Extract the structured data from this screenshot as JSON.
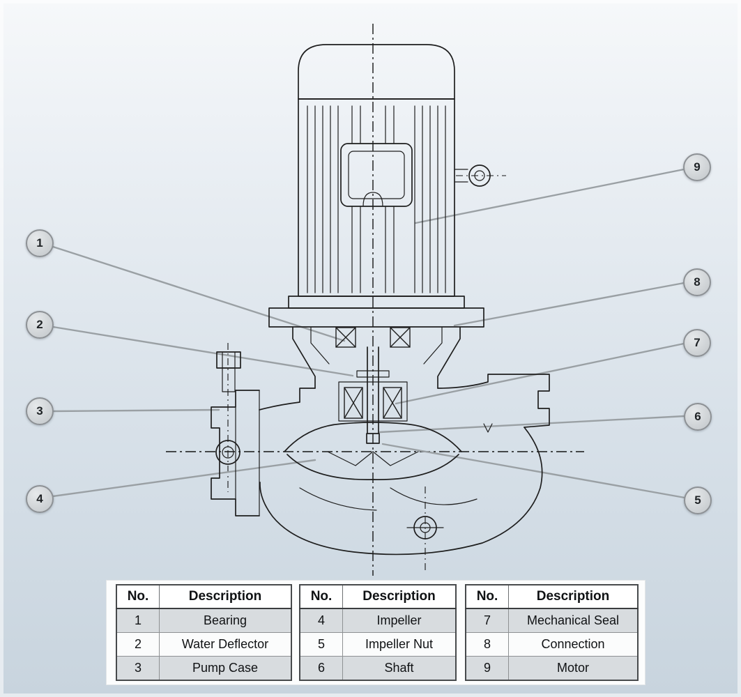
{
  "colors": {
    "background_top": "#f6f8fa",
    "background_bottom": "#c8d4de",
    "drawing_line": "#1e1e1e",
    "leader_line": "#9aa0a4",
    "callout_fill": "#ced2d5",
    "callout_border": "#8d9195",
    "table_alt_row": "#d8dcdf"
  },
  "callouts": [
    {
      "number": "1"
    },
    {
      "number": "2"
    },
    {
      "number": "3"
    },
    {
      "number": "4"
    },
    {
      "number": "5"
    },
    {
      "number": "6"
    },
    {
      "number": "7"
    },
    {
      "number": "8"
    },
    {
      "number": "9"
    }
  ],
  "tables": [
    {
      "headers": {
        "no": "No.",
        "description": "Description"
      },
      "rows": [
        {
          "no": "1",
          "description": "Bearing"
        },
        {
          "no": "2",
          "description": "Water Deflector"
        },
        {
          "no": "3",
          "description": "Pump Case"
        }
      ]
    },
    {
      "headers": {
        "no": "No.",
        "description": "Description"
      },
      "rows": [
        {
          "no": "4",
          "description": "Impeller"
        },
        {
          "no": "5",
          "description": "Impeller Nut"
        },
        {
          "no": "6",
          "description": "Shaft"
        }
      ]
    },
    {
      "headers": {
        "no": "No.",
        "description": "Description"
      },
      "rows": [
        {
          "no": "7",
          "description": "Mechanical Seal"
        },
        {
          "no": "8",
          "description": "Connection"
        },
        {
          "no": "9",
          "description": "Motor"
        }
      ]
    }
  ]
}
